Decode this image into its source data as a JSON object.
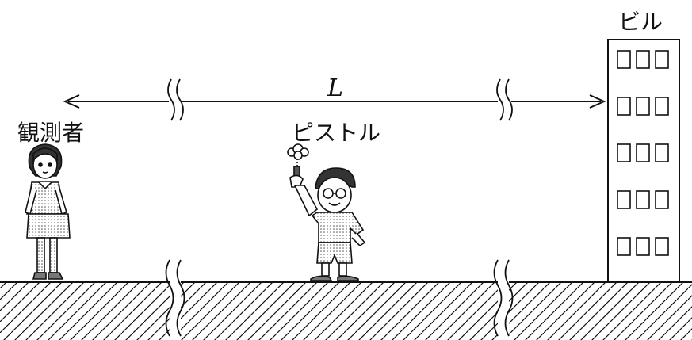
{
  "labels": {
    "observer": "観測者",
    "pistol": "ピストル",
    "building": "ビル",
    "distance": "L"
  },
  "colors": {
    "line": "#111111",
    "shade": "#bdbdbd",
    "background": "#ffffff"
  },
  "building": {
    "window_rows": 5,
    "window_columns": 3
  }
}
